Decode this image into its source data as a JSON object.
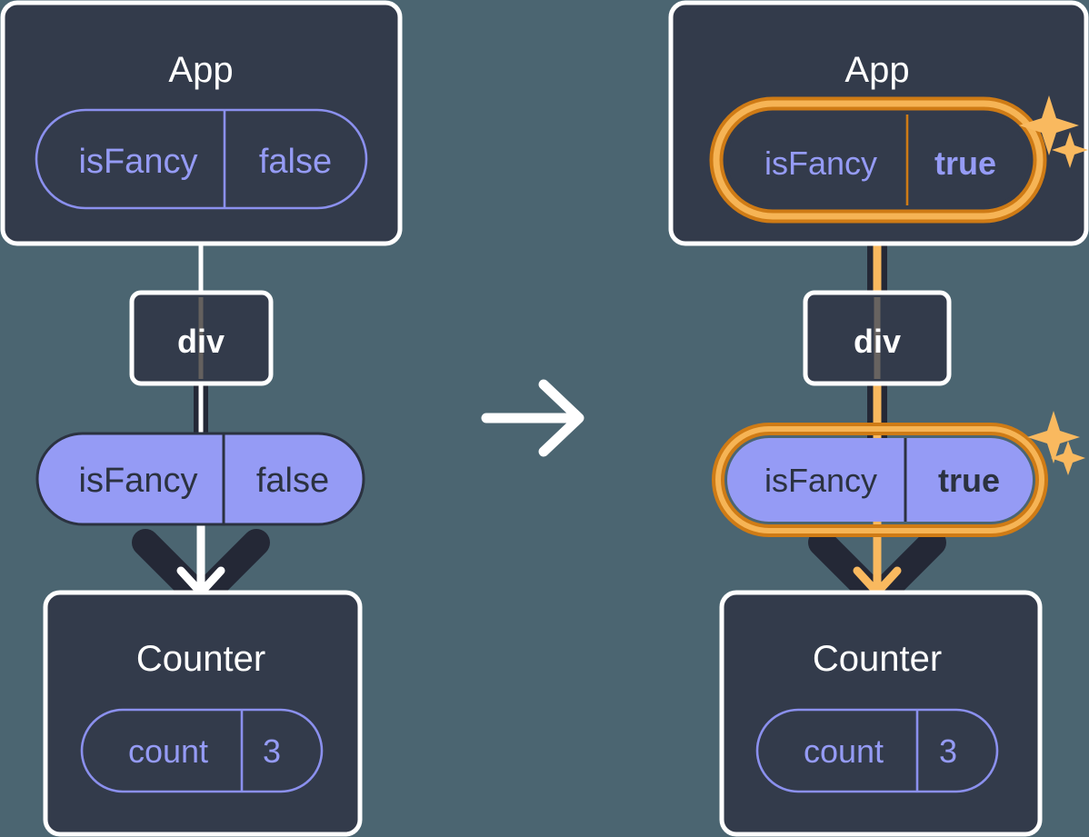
{
  "diagram": {
    "kind": "react-state-propagation",
    "background_color": "#4b6571",
    "panel_color": "#333b4b",
    "panel_border_color": "#ffffff",
    "pill_purple": "#959bf5",
    "pill_outline_color": "#8b90ee",
    "text_light": "#ffffff",
    "text_dark": "#2b3240",
    "highlight_outer": "#cf7b15",
    "highlight_inner": "#f6b455",
    "wire_dark": "#242836",
    "wire_orange": "#f9b95f",
    "transition_arrow_color": "#ffffff"
  },
  "transition": {
    "icon": "arrow-right-icon",
    "label": "becomes"
  },
  "before": {
    "app": {
      "title": "App",
      "state_pill": {
        "style": "outlined",
        "key": "isFancy",
        "value": "false",
        "highlighted": false,
        "value_bold": false
      }
    },
    "div": {
      "title": "div"
    },
    "prop_pill": {
      "style": "filled",
      "key": "isFancy",
      "value": "false",
      "highlighted": false,
      "value_bold": false
    },
    "counter": {
      "title": "Counter",
      "state_pill": {
        "style": "outlined",
        "key": "count",
        "value": "3",
        "highlighted": false,
        "value_bold": false
      }
    },
    "arrow": {
      "icon": "arrow-down-icon",
      "inner_color": "#ffffff"
    },
    "sparkles": false
  },
  "after": {
    "app": {
      "title": "App",
      "state_pill": {
        "style": "outlined",
        "key": "isFancy",
        "value": "true",
        "highlighted": true,
        "value_bold": true
      }
    },
    "div": {
      "title": "div"
    },
    "prop_pill": {
      "style": "filled",
      "key": "isFancy",
      "value": "true",
      "highlighted": true,
      "value_bold": true
    },
    "counter": {
      "title": "Counter",
      "state_pill": {
        "style": "outlined",
        "key": "count",
        "value": "3",
        "highlighted": false,
        "value_bold": false
      }
    },
    "arrow": {
      "icon": "arrow-down-icon",
      "inner_color": "#f9b95f"
    },
    "sparkles": true,
    "sparkle_icons": [
      "sparkle-large-icon",
      "sparkle-small-icon"
    ]
  }
}
